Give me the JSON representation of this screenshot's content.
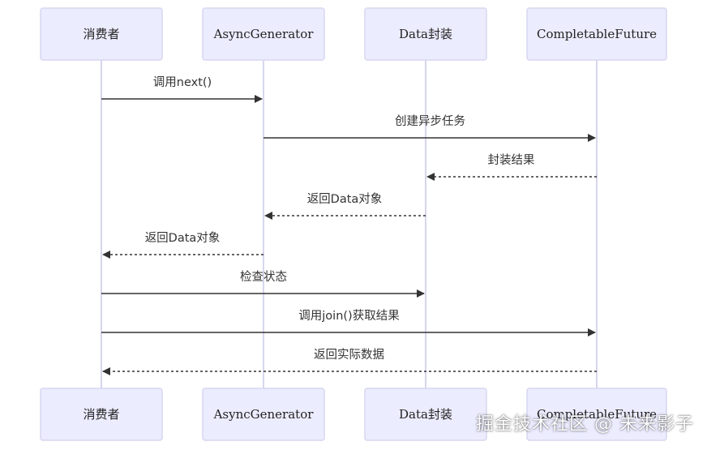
{
  "participants": [
    {
      "id": "consumer",
      "label": "消费者"
    },
    {
      "id": "gen",
      "label": "AsyncGenerator"
    },
    {
      "id": "data",
      "label": "Data封装"
    },
    {
      "id": "cf",
      "label": "CompletableFuture"
    }
  ],
  "messages": [
    {
      "from": "consumer",
      "to": "gen",
      "label": "调用next()",
      "style": "solid"
    },
    {
      "from": "gen",
      "to": "cf",
      "label": "创建异步任务",
      "style": "solid"
    },
    {
      "from": "cf",
      "to": "data",
      "label": "封装结果",
      "style": "dashed"
    },
    {
      "from": "data",
      "to": "gen",
      "label": "返回Data对象",
      "style": "dashed"
    },
    {
      "from": "gen",
      "to": "consumer",
      "label": "返回Data对象",
      "style": "dashed"
    },
    {
      "from": "consumer",
      "to": "data",
      "label": "检查状态",
      "style": "solid"
    },
    {
      "from": "consumer",
      "to": "cf",
      "label": "调用join()获取结果",
      "style": "solid"
    },
    {
      "from": "cf",
      "to": "consumer",
      "label": "返回实际数据",
      "style": "dashed"
    }
  ],
  "watermark": "掘金技术社区 @ 未来影子",
  "colors": {
    "actor_fill": "#ececff",
    "actor_stroke": "#d6d6f0",
    "lifeline": "#c8c8e8",
    "arrow": "#333333"
  }
}
